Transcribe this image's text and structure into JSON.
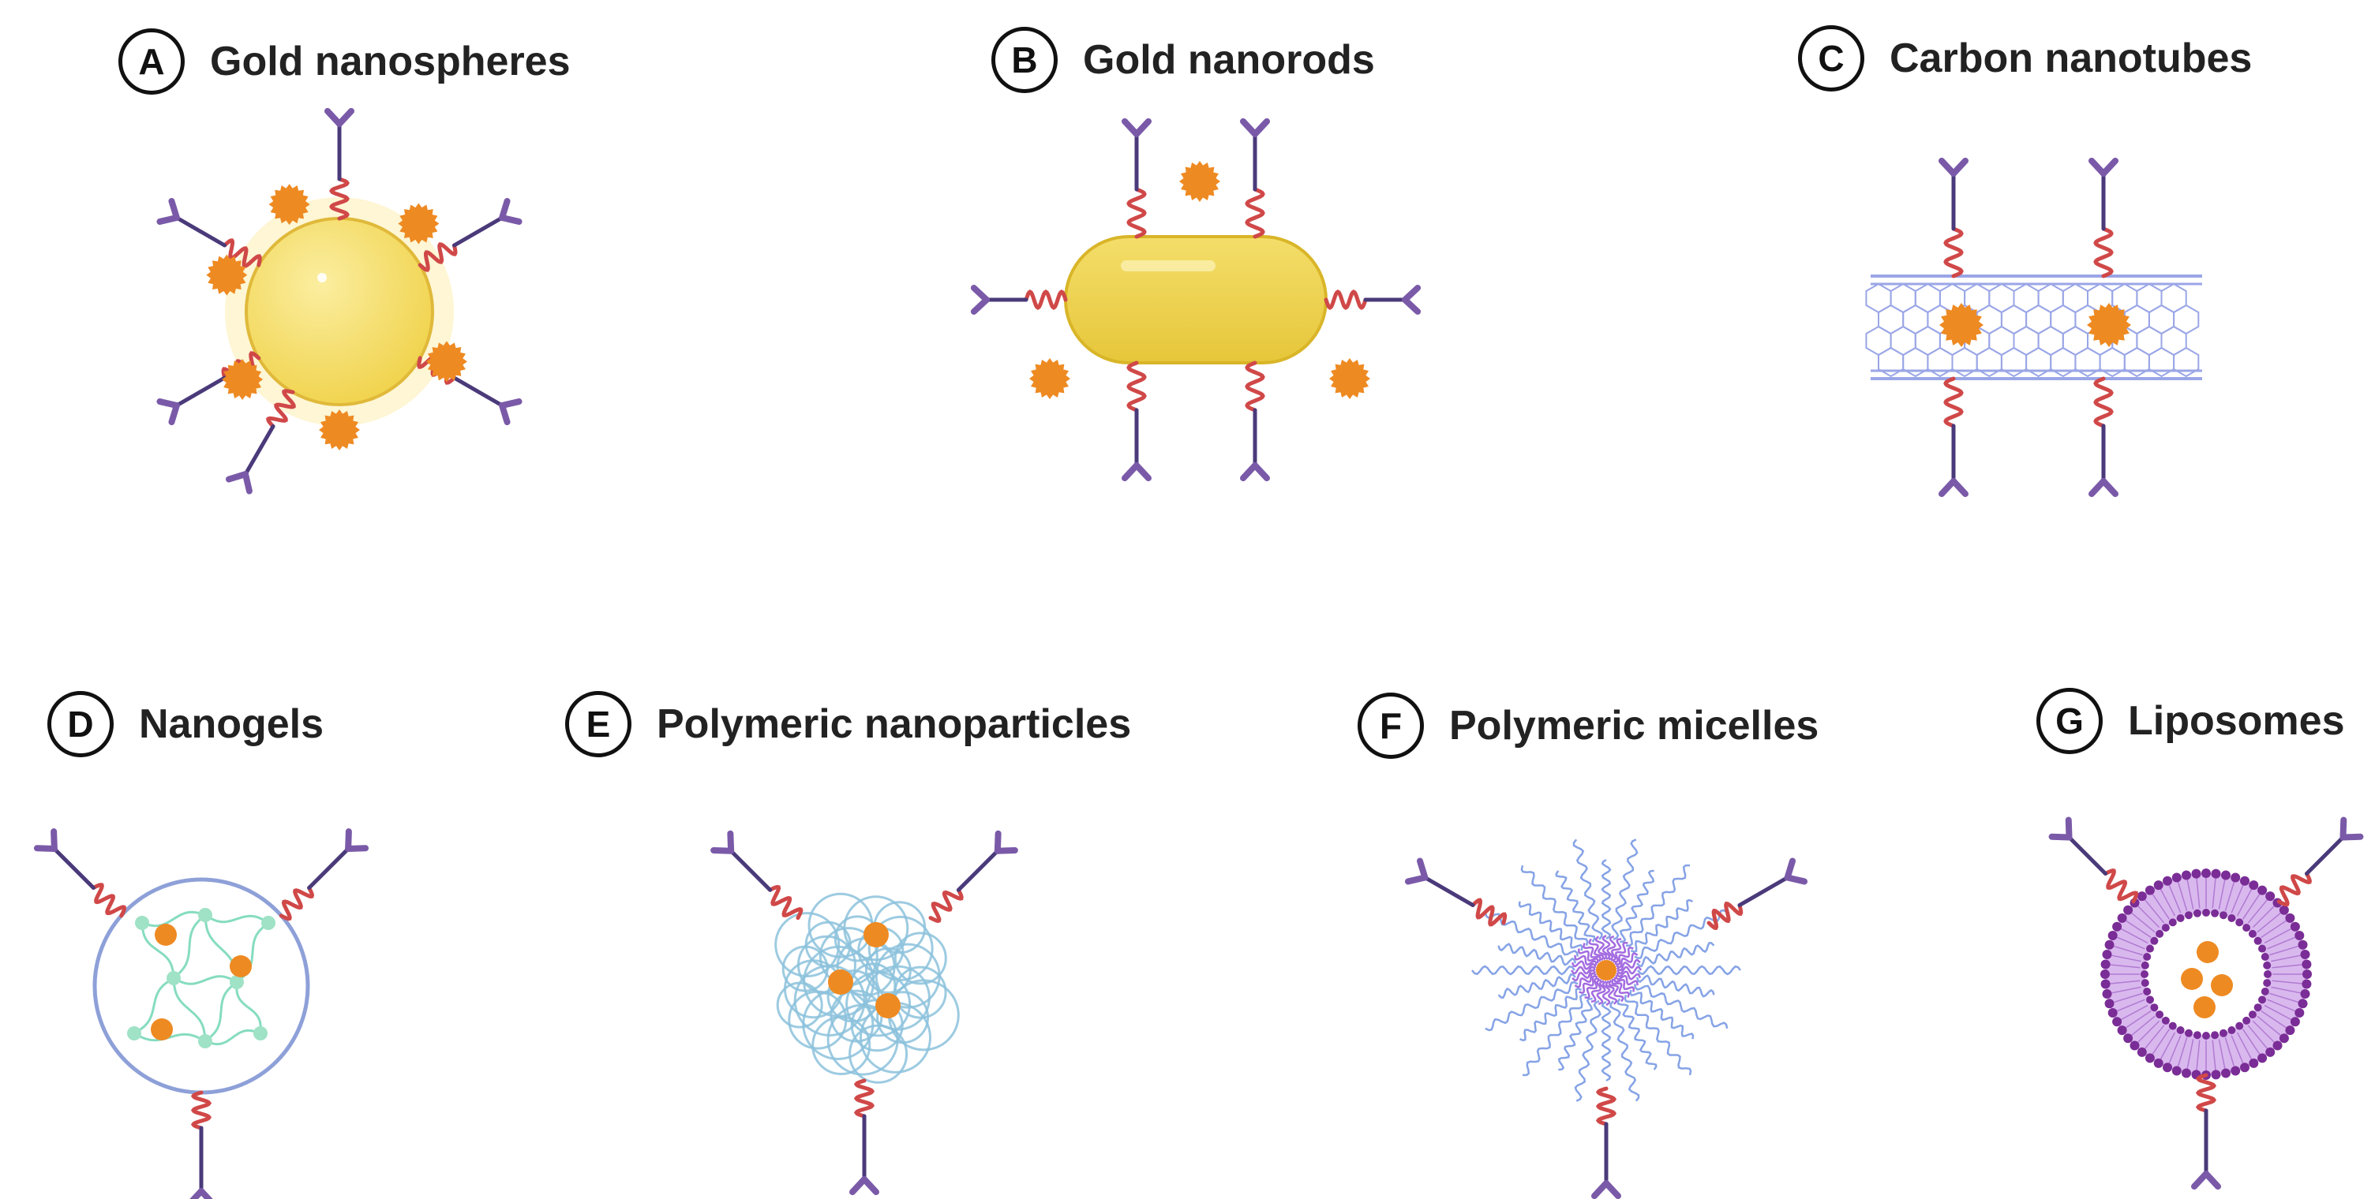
{
  "panels": [
    {
      "letter": "A",
      "title": "Gold nanospheres"
    },
    {
      "letter": "B",
      "title": "Gold nanorods"
    },
    {
      "letter": "C",
      "title": "Carbon nanotubes"
    },
    {
      "letter": "D",
      "title": "Nanogels"
    },
    {
      "letter": "E",
      "title": "Polymeric nanoparticles"
    },
    {
      "letter": "F",
      "title": "Polymeric micelles"
    },
    {
      "letter": "G",
      "title": "Liposomes"
    }
  ],
  "colors": {
    "antibody": "#7a5aa8",
    "linker": "#d04848",
    "drug": "#ee8a22",
    "gold": "#f0d24a",
    "nanotube": "#9aa6e6",
    "nanogel_border": "#8ea0d8",
    "nanogel_net": "#86dcc0",
    "polymer": "#8cc2dc",
    "micelle_core": "#a36be0",
    "micelle_tail": "#86a3e6",
    "liposome": "#7a2d96"
  }
}
